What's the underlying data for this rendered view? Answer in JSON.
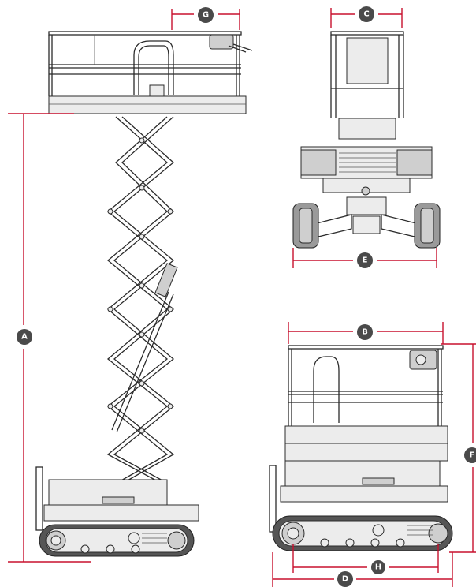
{
  "dimension_labels": {
    "A": "A",
    "B": "B",
    "C": "C",
    "D": "D",
    "E": "E",
    "F": "F",
    "G": "G",
    "H": "H"
  },
  "colors": {
    "dimension_line": "#c8102e",
    "badge_fill": "#4a4a4a",
    "badge_text": "#ffffff",
    "line_art": "#2b2b2b"
  }
}
